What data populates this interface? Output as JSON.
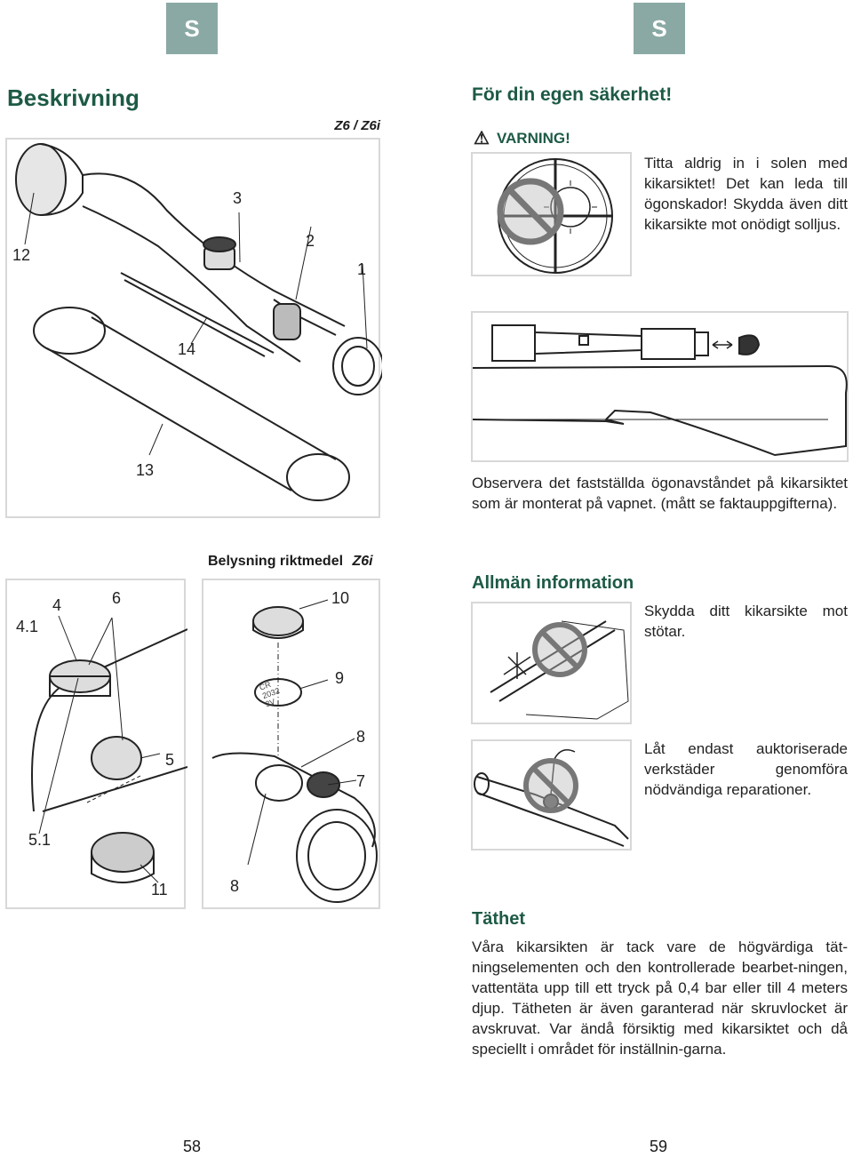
{
  "tabs": {
    "left": "S",
    "right": "S"
  },
  "left": {
    "heading": "Beskrivning",
    "model_logo": "Z6 / Z6i",
    "fig1_callouts": {
      "c12": "12",
      "c3": "3",
      "c2": "2",
      "c1": "1",
      "c14": "14",
      "c13": "13"
    },
    "fig2_title": "Belysning riktmedel",
    "fig2_logo": "Z6i",
    "fig2_callouts": {
      "c41": "4.1",
      "c4": "4",
      "c6": "6",
      "c5": "5",
      "c51": "5.1",
      "c11": "11",
      "c10": "10",
      "c9": "9",
      "c8a": "8",
      "c7": "7",
      "c8b": "8"
    },
    "battery_text": {
      "line1": "CR",
      "line2": "2032",
      "line3": "3V"
    }
  },
  "right": {
    "safety_heading": "För din egen säkerhet!",
    "warning_label": "VARNING!",
    "warning_text": "Titta aldrig in i solen med kikarsiktet! Det kan leda till ögonskador! Skydda även ditt kikarsikte mot onödigt solljus.",
    "eye_relief_text": "Observera det fastställda ögonavståndet på kikarsiktet som är monterat på vapnet. (mått se faktauppgifterna).",
    "general_heading": "Allmän information",
    "protect_text": "Skydda ditt kikarsikte mot stötar.",
    "repair_text": "Låt endast auktoriserade verkstäder genomföra nödvändiga reparationer.",
    "seal_heading": "Täthet",
    "seal_text": "Våra kikarsikten är tack vare de högvärdiga tät-ningselementen och den kontrollerade bearbet-ningen, vattentäta upp till ett tryck på 0,4 bar eller till 4 meters djup. Tätheten är även garanterad när skruvlocket är avskruvat. Var ändå försiktig med kikarsiktet och då speciellt i området för inställnin-garna."
  },
  "page_numbers": {
    "left": "58",
    "right": "59"
  }
}
